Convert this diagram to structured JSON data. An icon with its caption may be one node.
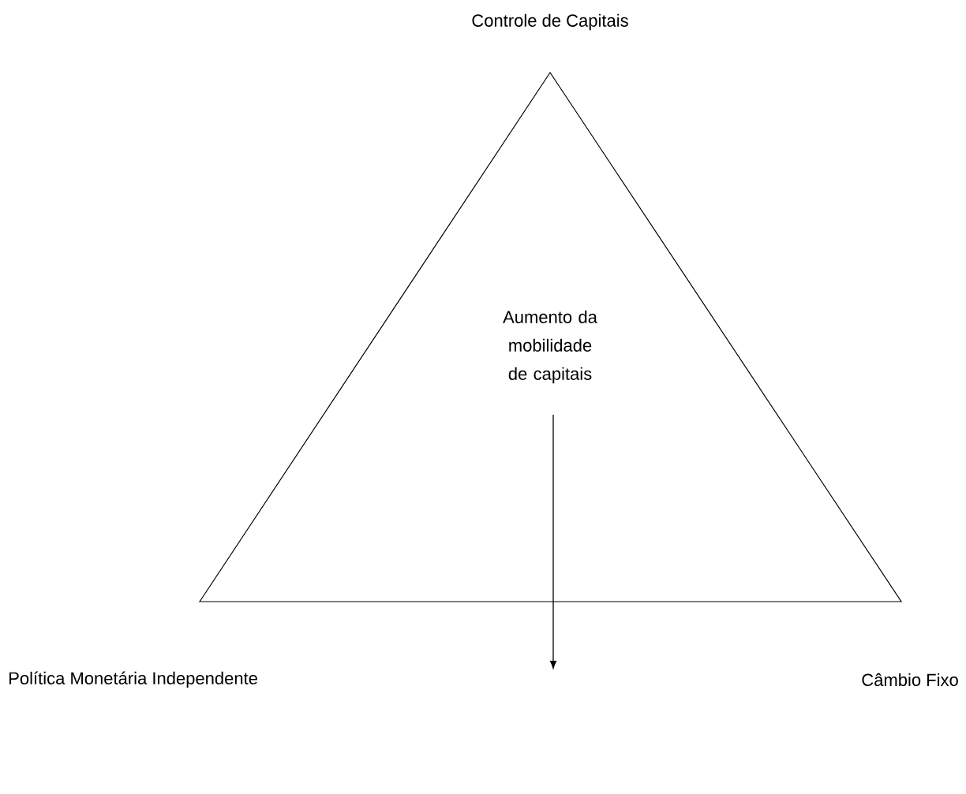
{
  "diagram": {
    "nodes": [
      {
        "text": [
          "Aumento da mobilidade de capitais"
        ]
      }
    ],
    "labels": [
      "Controle de Capitais",
      "Política Monetária Independente",
      "Câmbio Fixo"
    ]
  }
}
